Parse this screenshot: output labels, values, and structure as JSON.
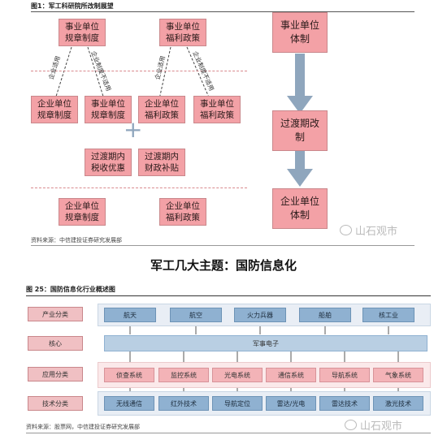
{
  "fig1": {
    "title": "图1：军工科研院所改制展望",
    "top_left": "事业单位\n规章制度",
    "top_mid": "事业单位\n福利政策",
    "mid1": "企业单位\n规章制度",
    "mid2": "事业单位\n规章制度",
    "mid3": "企业单位\n福利政策",
    "mid4": "事业单位\n福利政策",
    "plus": "+",
    "tr1": "过渡期内\n税收优惠",
    "tr2": "过渡期内\n财政补贴",
    "bot1": "企业单位\n规章制度",
    "bot2": "企业单位\n福利政策",
    "diag_l1": "企业适用",
    "diag_l2": "企业制度不适用",
    "diag_r1": "企业适用",
    "diag_r2": "企业制度不适用",
    "right_top": "事业单位\n体制",
    "right_mid": "过渡期改\n制",
    "right_bot": "企业单位\n体制",
    "source": "资料来源：中信建投证券研究发展部"
  },
  "watermark": "山石观市",
  "heading": "军工几大主题：国防信息化",
  "fig25": {
    "title": "图 25：国防信息化行业概述图",
    "rows": [
      {
        "label": "产业分类",
        "items": [
          "航天",
          "航空",
          "火力兵器",
          "船舶",
          "核工业"
        ]
      },
      {
        "label": "核心",
        "items": [
          "军事电子"
        ]
      },
      {
        "label": "应用分类",
        "items": [
          "侦查系统",
          "监控系统",
          "光电系统",
          "通信系统",
          "导航系统",
          "气象系统"
        ]
      },
      {
        "label": "技术分类",
        "items": [
          "无线通信",
          "红外技术",
          "导航定位",
          "雷达/光电",
          "雷达技术",
          "激光技术"
        ]
      }
    ],
    "source": "资料来源：股票网，中信建投证券研究发展部"
  },
  "colors": {
    "pink": "#f3a1a6",
    "blue": "#8fb1d1",
    "arrow": "#8fa6bd"
  }
}
